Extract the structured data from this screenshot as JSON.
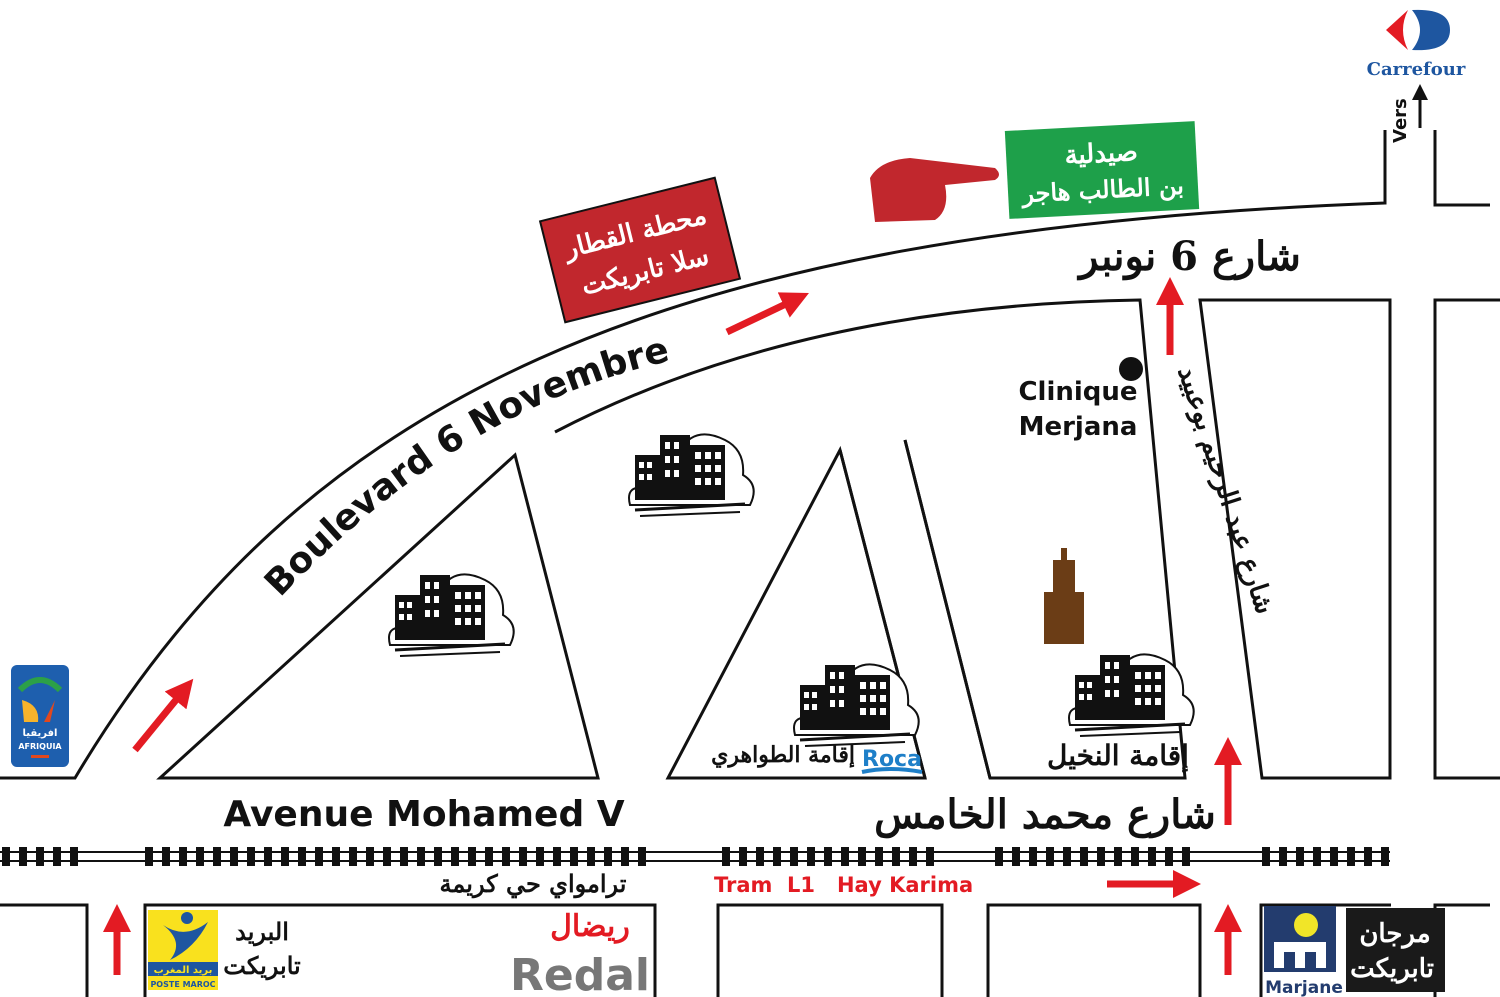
{
  "streets": {
    "boulevard": "Boulevard 6 Novembre",
    "boulevard_ar": "شارع 6 نونبر",
    "avenue": "Avenue Mohamed V",
    "avenue_ar": "شارع محمد الخامس",
    "bouabid_ar": "شارع عبد الرحيم بوعبيد",
    "vers": "Vers"
  },
  "tram": {
    "label": "Tram  L1   Hay Karima",
    "label_ar": "ترامواي حي كريمة"
  },
  "places": {
    "train_station_ar": [
      "محطة القطار",
      "سلا تابريكت"
    ],
    "pharmacy_ar": [
      "صيدلية",
      "بن الطالب هاجر"
    ],
    "clinic": [
      "Clinique",
      "Merjana"
    ],
    "residence_tawahri_ar": "إقامة الطواهري",
    "residence_nakhil_ar": "إقامة النخيل",
    "poste_ar": [
      "البريد",
      "تابريكت"
    ],
    "marjane_ar": [
      "مرجان",
      "تابريكت"
    ]
  },
  "logos": {
    "carrefour": "Carrefour",
    "afriquia": "AFRIQUIA",
    "afriquia_ar": "افريقيا",
    "roca": "Roca",
    "poste": "POSTE MAROC",
    "poste_ar": "بريد المغرب",
    "redal": "Redal",
    "redal_ar": "ريضال",
    "marjane": "Marjane"
  },
  "colors": {
    "arrow": "#e31b23",
    "pharmacy": "#1ea04a",
    "station": "#c1272d",
    "carrefour": "#1e56a0",
    "mosque": "#6b3d16"
  }
}
